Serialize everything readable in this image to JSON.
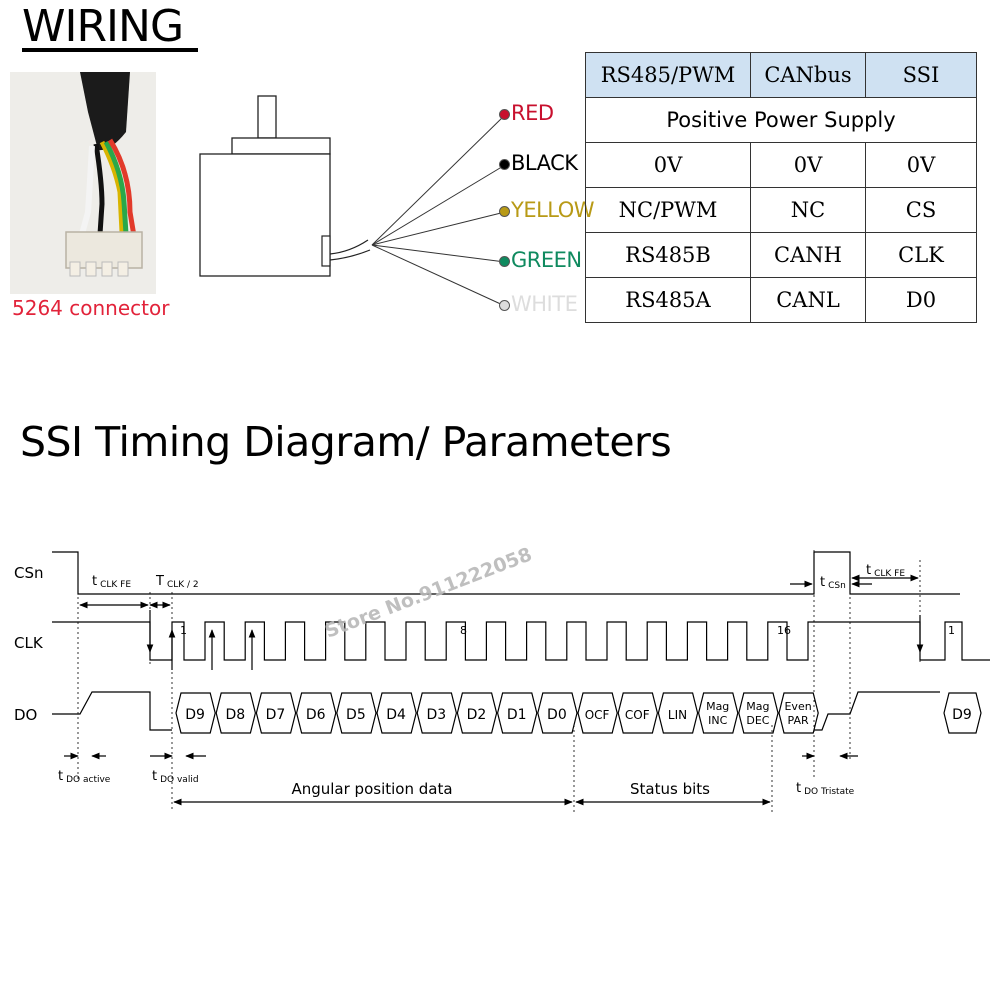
{
  "wiring": {
    "title": "WIRING",
    "connector_label": "5264 connector"
  },
  "wires": [
    {
      "name": "RED",
      "color": "#c8102e"
    },
    {
      "name": "BLACK",
      "color": "#000000"
    },
    {
      "name": "YELLOW",
      "color": "#b89a16"
    },
    {
      "name": "GREEN",
      "color": "#0f8a5f"
    },
    {
      "name": "WHITE",
      "color": "#dddddd"
    }
  ],
  "table": {
    "headers": [
      "RS485/PWM",
      "CANbus",
      "SSI"
    ],
    "power_row": "Positive Power Supply",
    "rows": [
      [
        "0V",
        "0V",
        "0V"
      ],
      [
        "NC/PWM",
        "NC",
        "CS"
      ],
      [
        "RS485B",
        "CANH",
        "CLK"
      ],
      [
        "RS485A",
        "CANL",
        "D0"
      ]
    ]
  },
  "timing": {
    "title": "SSI Timing Diagram/ Parameters",
    "signals": [
      "CSn",
      "CLK",
      "DO"
    ],
    "clock_numbers": [
      "1",
      "8",
      "16",
      "1"
    ],
    "data_bits": [
      "D9",
      "D8",
      "D7",
      "D6",
      "D5",
      "D4",
      "D3",
      "D2",
      "D1",
      "D0"
    ],
    "status_bits": [
      [
        "OCF"
      ],
      [
        "COF"
      ],
      [
        "LIN"
      ],
      [
        "Mag",
        "INC"
      ],
      [
        "Mag",
        "DEC"
      ],
      [
        "Even",
        "PAR"
      ]
    ],
    "next_bit": "D9",
    "params": {
      "t_clk_fe": {
        "main": "t",
        "sub": "CLK FE"
      },
      "t_clk_half": {
        "main": "T",
        "sub": "CLK / 2"
      },
      "t_csn": {
        "main": "t",
        "sub": "CSn"
      },
      "t_clk_fe2": {
        "main": "t",
        "sub": "CLK FE"
      },
      "t_do_active": {
        "main": "t",
        "sub": "DO active"
      },
      "t_do_valid": {
        "main": "t",
        "sub": "DO valid"
      },
      "t_do_tristate": {
        "main": "t",
        "sub": "DO Tristate"
      }
    },
    "ranges": {
      "angular": "Angular position data",
      "status": "Status bits"
    },
    "watermark": "Store No.911222058"
  }
}
